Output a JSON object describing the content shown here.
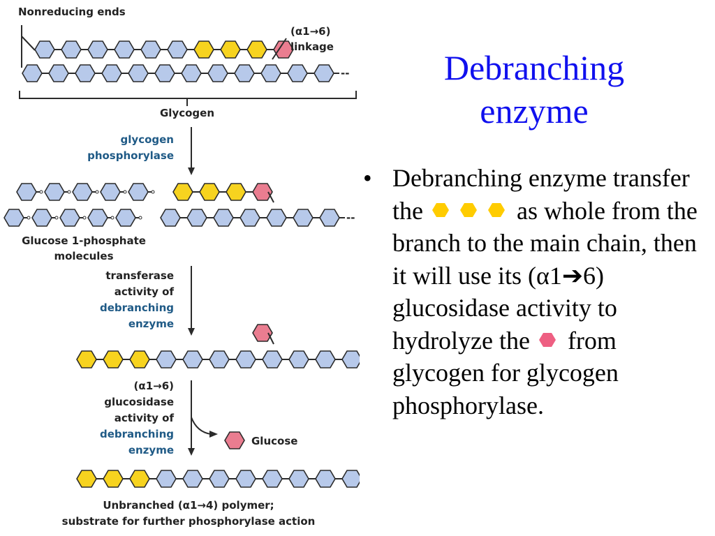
{
  "diagram": {
    "label_nonreducing": "Nonreducing ends",
    "label_linkage_line1": "(α1→6)",
    "label_linkage_line2": "linkage",
    "label_glycogen": "Glycogen",
    "enzyme1_line1": "glycogen",
    "enzyme1_line2": "phosphorylase",
    "label_g1p_line1": "Glucose 1-phosphate",
    "label_g1p_line2": "molecules",
    "enzyme2_line1": "transferase",
    "enzyme2_line2": "activity of",
    "enzyme2_line3": "debranching",
    "enzyme2_line4": "enzyme",
    "enzyme3_line1": "(α1→6)",
    "enzyme3_line2": "glucosidase",
    "enzyme3_line3": "activity of",
    "enzyme3_line4": "debranching",
    "enzyme3_line5": "enzyme",
    "label_glucose": "Glucose",
    "label_result_line1": "Unbranched (α1→4) polymer;",
    "label_result_line2": "substrate for further phosphorylase action",
    "colors": {
      "blue_unit": "#b7c9ea",
      "yellow_unit": "#f7d31f",
      "pink_unit": "#ea7d90",
      "outline": "#2b2b2b",
      "enzyme_text": "#1f5a86",
      "icon_yellow": "#ffcc00",
      "icon_pink": "#ee5f82"
    }
  },
  "slide": {
    "title_line1": "Debranching",
    "title_line2": "enzyme",
    "bullet_char": "•",
    "body_part1": "Debranching enzyme transfer the ",
    "body_part2": " as whole from the branch to the main chain, then it will use its (α1",
    "arrow_char": "➔",
    "body_part3": "6) glucosidase activity to hydrolyze the ",
    "body_part4": " from glycogen for glycogen phosphorylase.",
    "title_color": "#1010ee"
  }
}
